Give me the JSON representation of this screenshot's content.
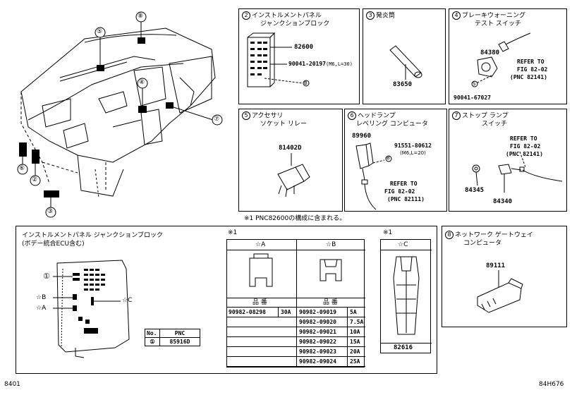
{
  "overview": {
    "callouts": [
      "⑧",
      "⑤",
      "④",
      "⑦",
      "⑥",
      "②",
      "③"
    ]
  },
  "panel2": {
    "num": "2",
    "title_line1": "インストルメントパネル",
    "title_line2": "ジャンクションブロック",
    "part1": "82600",
    "part2": "90041-20197",
    "part2_spec": "(M6,L=30)",
    "mark": "B"
  },
  "panel3": {
    "num": "3",
    "title": "発炎筒",
    "part1": "83650"
  },
  "panel4": {
    "num": "4",
    "title_line1": "ブレーキウォーニング",
    "title_line2": "テスト スイッチ",
    "part1": "84380",
    "part2": "90041-67027",
    "mark": "S",
    "ref1": "REFER TO",
    "ref2": "FIG 82-02",
    "ref3": "(PNC 82141)"
  },
  "panel5": {
    "num": "5",
    "title_line1": "アクセサリ",
    "title_line2": "ソケット リレー",
    "part1": "81402D"
  },
  "panel6": {
    "num": "6",
    "title_line1": "ヘッドランプ",
    "title_line2": "レベリング コンピュータ",
    "part1": "89960",
    "part2": "91551-80612",
    "part2_spec": "(M6,L=20)",
    "mark": "B",
    "ref1": "REFER TO",
    "ref2": "FIG 82-02",
    "ref3": "(PNC 82111)"
  },
  "panel7": {
    "num": "7",
    "title_line1": "ストップ ランプ",
    "title_line2": "スイッチ",
    "part1": "84345",
    "part2": "84340",
    "ref1": "REFER TO",
    "ref2": "FIG 82-02",
    "ref3": "(PNC 82141)"
  },
  "note": "※1 PNC82600の構成に含まれる。",
  "junction": {
    "title": "インストルメントパネル ジャンクションブロック",
    "subtitle": "(ボデー統合ECU含む)",
    "label_1": "①",
    "label_b": "☆B",
    "label_a": "☆A",
    "label_c": "☆C",
    "pnc_header_no": "No.",
    "pnc_header_pnc": "PNC",
    "pnc_row_no": "①",
    "pnc_row_val": "85916D"
  },
  "fuse_table": {
    "mark1": "※1",
    "col_a": "☆A",
    "col_b": "☆B",
    "header_a": "品 番",
    "header_b": "品 番",
    "a_part": "90982-08298",
    "a_amp": "30A",
    "b_rows": [
      {
        "part": "90982-09019",
        "amp": "5A"
      },
      {
        "part": "90982-09020",
        "amp": "7.5A"
      },
      {
        "part": "90982-09021",
        "amp": "10A"
      },
      {
        "part": "90982-09022",
        "amp": "15A"
      },
      {
        "part": "90982-09023",
        "amp": "20A"
      },
      {
        "part": "90982-09024",
        "amp": "25A"
      }
    ]
  },
  "fuse_c": {
    "mark1": "※1",
    "col_c": "☆C",
    "part": "82616"
  },
  "panel8": {
    "num": "8",
    "title_line1": "ネットワーク ゲートウェイ",
    "title_line2": "コンピュータ",
    "part1": "89111"
  },
  "footer": {
    "left": "8401",
    "right": "84H676"
  }
}
